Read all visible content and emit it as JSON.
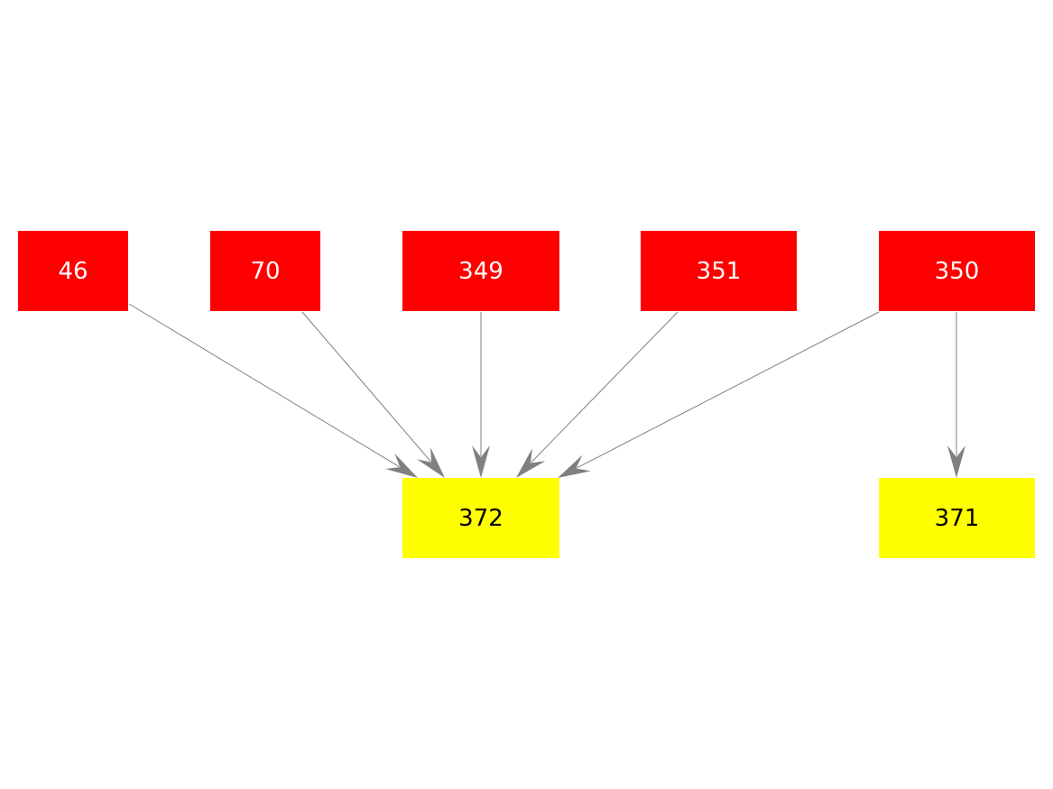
{
  "colors": {
    "source_fill": "#ff0000",
    "source_text": "#ffffff",
    "target_fill": "#ffff00",
    "target_text": "#000000",
    "edge": "#808080"
  },
  "nodes": [
    {
      "id": "n46",
      "label": "46",
      "kind": "source"
    },
    {
      "id": "n70",
      "label": "70",
      "kind": "source"
    },
    {
      "id": "n349",
      "label": "349",
      "kind": "source"
    },
    {
      "id": "n351",
      "label": "351",
      "kind": "source"
    },
    {
      "id": "n350",
      "label": "350",
      "kind": "source"
    },
    {
      "id": "n372",
      "label": "372",
      "kind": "target"
    },
    {
      "id": "n371",
      "label": "371",
      "kind": "target"
    }
  ],
  "edges": [
    {
      "from": "n46",
      "to": "n372"
    },
    {
      "from": "n70",
      "to": "n372"
    },
    {
      "from": "n349",
      "to": "n372"
    },
    {
      "from": "n351",
      "to": "n372"
    },
    {
      "from": "n350",
      "to": "n372"
    },
    {
      "from": "n350",
      "to": "n371"
    }
  ]
}
